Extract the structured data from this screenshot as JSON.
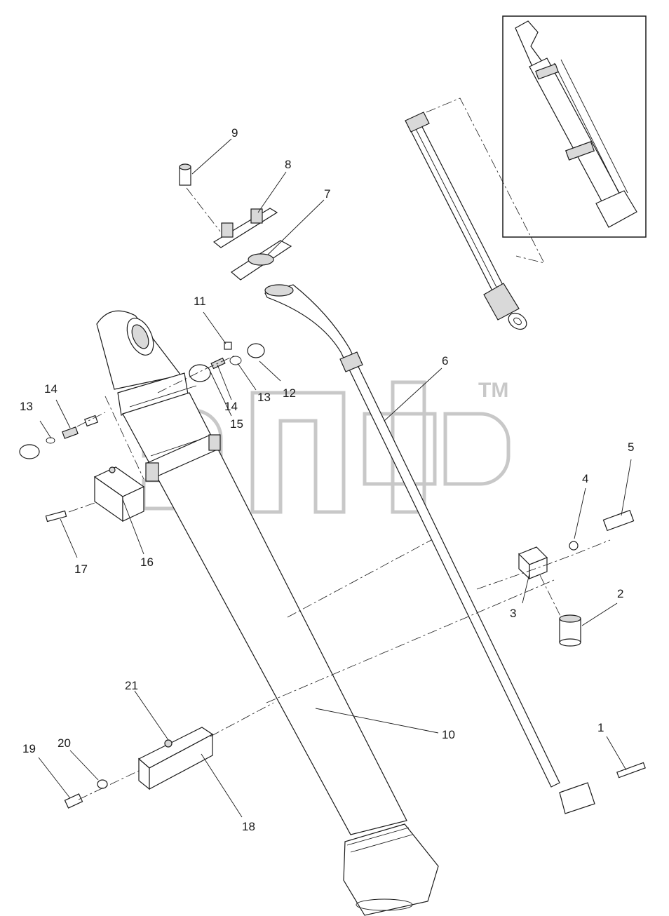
{
  "watermark": {
    "trademark": "TM"
  },
  "callouts": [
    {
      "id": "1",
      "text": "1"
    },
    {
      "id": "2",
      "text": "2"
    },
    {
      "id": "3",
      "text": "3"
    },
    {
      "id": "4",
      "text": "4"
    },
    {
      "id": "5",
      "text": "5"
    },
    {
      "id": "6",
      "text": "6"
    },
    {
      "id": "7",
      "text": "7"
    },
    {
      "id": "8",
      "text": "8"
    },
    {
      "id": "9",
      "text": "9"
    },
    {
      "id": "10",
      "text": "10"
    },
    {
      "id": "11",
      "text": "11"
    },
    {
      "id": "12",
      "text": "12"
    },
    {
      "id": "13a",
      "text": "13"
    },
    {
      "id": "13b",
      "text": "13"
    },
    {
      "id": "14a",
      "text": "14"
    },
    {
      "id": "14b",
      "text": "14"
    },
    {
      "id": "15",
      "text": "15"
    },
    {
      "id": "16",
      "text": "16"
    },
    {
      "id": "17",
      "text": "17"
    },
    {
      "id": "18",
      "text": "18"
    },
    {
      "id": "19",
      "text": "19"
    },
    {
      "id": "20",
      "text": "20"
    },
    {
      "id": "21",
      "text": "21"
    }
  ]
}
